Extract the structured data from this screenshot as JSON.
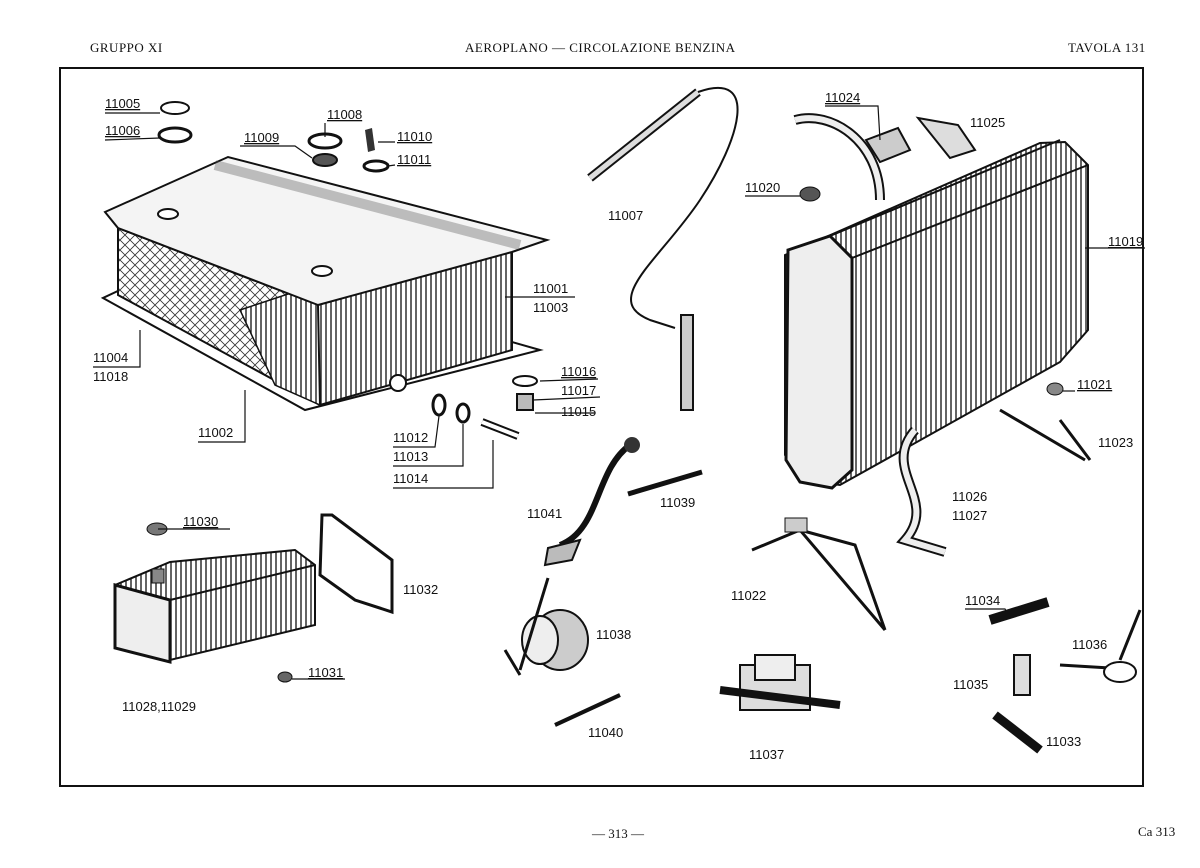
{
  "header": {
    "left": "GRUPPO XI",
    "center": "AEROPLANO — CIRCOLAZIONE BENZINA",
    "right": "TAVOLA 131"
  },
  "footer": {
    "page": "— 313 —",
    "code": "Ca 313"
  },
  "labels": {
    "l11005": "11005",
    "l11006": "11006",
    "l11008": "11008",
    "l11009": "11009",
    "l11010": "11010",
    "l11011": "11011",
    "l11001": "11001",
    "l11003": "11003",
    "l11004": "11004",
    "l11018": "11018",
    "l11002": "11002",
    "l11016": "11016",
    "l11017": "11017",
    "l11015": "11015",
    "l11012": "11012",
    "l11013": "11013",
    "l11014": "11014",
    "l11007": "11007",
    "l11024": "11024",
    "l11025": "11025",
    "l11020": "11020",
    "l11019": "11019",
    "l11021": "11021",
    "l11023": "11023",
    "l11026": "11026",
    "l11027": "11027",
    "l11041": "11041",
    "l11039": "11039",
    "l11022": "11022",
    "l11038": "11038",
    "l11040": "11040",
    "l11037": "11037",
    "l11030": "11030",
    "l11032": "11032",
    "l11031": "11031",
    "l11028_29": "11028,11029",
    "l11034": "11034",
    "l11036": "11036",
    "l11035": "11035",
    "l11033": "11033"
  }
}
